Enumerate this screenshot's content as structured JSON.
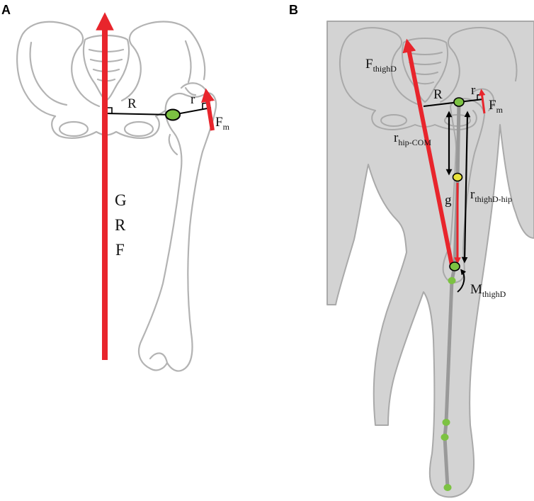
{
  "panels": [
    {
      "letter": "A",
      "labels": {
        "R": "R",
        "r": "r",
        "F_main": "F",
        "F_sub": "m",
        "G": "G",
        "R2": "R",
        "F2": "F"
      }
    },
    {
      "letter": "B",
      "labels": {
        "F_thigh_main": "F",
        "F_thigh_sub": "thighD",
        "R": "R",
        "r": "r",
        "Fm_main": "F",
        "Fm_sub": "m",
        "r_hip_main": "r",
        "r_hip_sub": "hip-COM",
        "g": "g",
        "r_thigh_main": "r",
        "r_thigh_sub": "thighD-hip",
        "M_main": "M",
        "M_sub": "thighD"
      }
    }
  ],
  "colors": {
    "force_arrow": "#e8252c",
    "joint_marker": "#7cc242",
    "com_marker": "#e8e23a",
    "limb_fill": "#d3d3d3",
    "bone_outline": "#b3b3b3",
    "line": "#000000"
  }
}
